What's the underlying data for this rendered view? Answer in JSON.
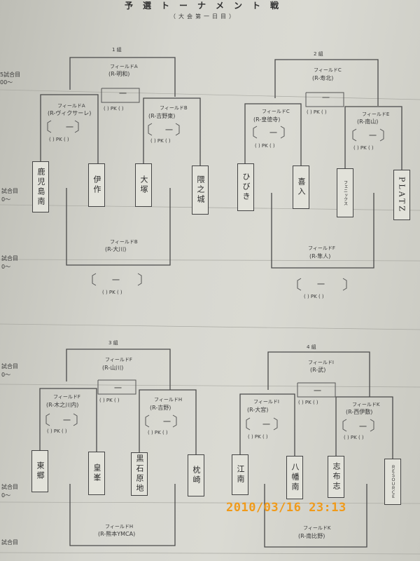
{
  "header": {
    "title": "予選トーナメント戦",
    "subtitle": "（大会第一日目）"
  },
  "margin_labels": [
    "5試合目",
    "00〜",
    "試合目",
    "0〜",
    "試合目",
    "0〜",
    "試合目",
    "0〜",
    "試合目",
    "0〜",
    "試合目"
  ],
  "brackets": [
    {
      "group": "1 組",
      "final": {
        "field": "フィールドA",
        "ref": "(R-明和)",
        "dash": "一",
        "pk": "( ) PK ( )"
      },
      "left": {
        "field": "フィールドA",
        "ref": "(R-ヴィクサーレ)",
        "dash": "一",
        "pk": "( ) PK ( )"
      },
      "right": {
        "field": "フィールドB",
        "ref": "(R-吉野東)",
        "dash": "一",
        "pk": "( ) PK ( )"
      },
      "teams": [
        "鹿児島南",
        "伊作",
        "大塚",
        "隈之城"
      ],
      "consolation": {
        "field": "フィールドB",
        "ref": "(R-大川)",
        "dash": "一",
        "pk": "( ) PK ( )"
      }
    },
    {
      "group": "2 組",
      "final": {
        "field": "フィールドC",
        "ref": "(R-寿北)",
        "dash": "一",
        "pk": "( ) PK ( )"
      },
      "left": {
        "field": "フィールドC",
        "ref": "(R-皇徳寺)",
        "dash": "一",
        "pk": "( ) PK ( )"
      },
      "right": {
        "field": "フィールドE",
        "ref": "(R-南山)",
        "dash": "一",
        "pk": "( ) PK ( )"
      },
      "teams": [
        "ひびき",
        "喜入",
        "フェニックス",
        "PLATZ"
      ],
      "consolation": {
        "field": "フィールドF",
        "ref": "(R-隼人)",
        "dash": "一",
        "pk": "( ) PK ( )"
      }
    },
    {
      "group": "3 組",
      "final": {
        "field": "フィールドF",
        "ref": "(R-山川)",
        "dash": "一",
        "pk": "( ) PK ( )"
      },
      "left": {
        "field": "フィールドF",
        "ref": "(R-木之川内)",
        "dash": "一",
        "pk": "( ) PK ( )"
      },
      "right": {
        "field": "フィールドH",
        "ref": "(R-吉野)",
        "dash": "一",
        "pk": "( ) PK ( )"
      },
      "teams": [
        "東郷",
        "皇峯",
        "黒石原地",
        "枕崎"
      ],
      "consolation": {
        "field": "フィールドH",
        "ref": "(R-熊本YMCA)"
      }
    },
    {
      "group": "4 組",
      "final": {
        "field": "フィールドI",
        "ref": "(R-武)",
        "dash": "一",
        "pk": "( ) PK ( )"
      },
      "left": {
        "field": "フィールドI",
        "ref": "(R-大宮)",
        "dash": "一",
        "pk": "( ) PK ( )"
      },
      "right": {
        "field": "フィールドK",
        "ref": "(R-西伊敷)",
        "dash": "一",
        "pk": "( ) PK ( )"
      },
      "teams": [
        "江南",
        "八幡南",
        "志布志",
        "ＲＥＳＯＵＲＣＥ"
      ],
      "consolation": {
        "field": "フィールドK",
        "ref": "(R-南比野)"
      }
    }
  ],
  "timestamp": "2010/03/16  23:13"
}
